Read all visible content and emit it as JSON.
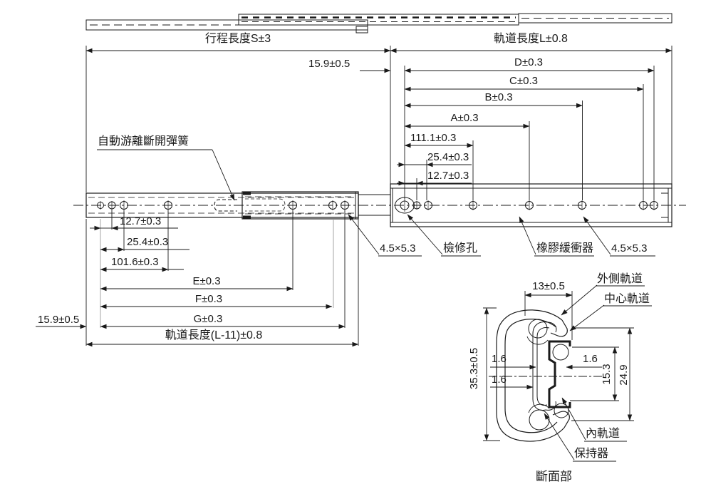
{
  "drawing": {
    "side_view": {
      "dims_top": {
        "stroke_length": "行程長度S±3",
        "rail_length": "軌道長度L±0.8",
        "end_offset": "15.9±0.5",
        "d": "D±0.3",
        "c": "C±0.3",
        "b": "B±0.3",
        "a": "A±0.3",
        "d111": "111.1±0.3",
        "d25": "25.4±0.3",
        "d12": "12.7±0.3"
      },
      "dims_bottom": {
        "d12": "12.7±0.3",
        "d25": "25.4±0.3",
        "d101": "101.6±0.3",
        "e": "E±0.3",
        "f": "F±0.3",
        "g": "G±0.3",
        "end_offset": "15.9±0.5",
        "inner_rail_length": "軌道長度(L-11)±0.8"
      },
      "callouts": {
        "release_spring": "自動游離斷開彈簧",
        "slot_left": "4.5×5.3",
        "inspection_hole": "檢修孔",
        "rubber_bumper": "橡膠緩衝器",
        "slot_right": "4.5×5.3"
      }
    },
    "section_view": {
      "dims": {
        "width": "13±0.5",
        "height": "35.3±0.5",
        "thickness_top": "1.6",
        "thickness_bottom": "1.6",
        "thickness_right": "1.6",
        "inner_height": "15.3",
        "mid_height": "24.9"
      },
      "callouts": {
        "outer_rail": "外側軌道",
        "center_rail": "中心軌道",
        "inner_rail": "內軌道",
        "retainer": "保持器"
      },
      "caption": "斷面部"
    },
    "colors": {
      "line": "#1a1a1a",
      "aux_line": "#9a9a9a",
      "background": "#ffffff"
    }
  }
}
